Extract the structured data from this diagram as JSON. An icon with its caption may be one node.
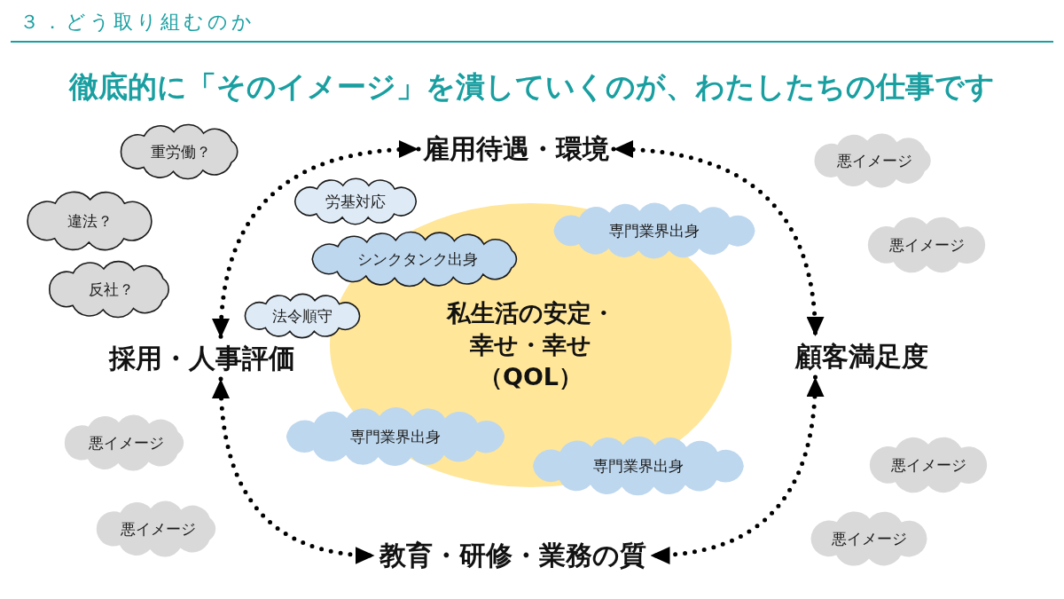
{
  "diagram": {
    "title": "３．どう取り組むのか",
    "nodes": [
      {
        "text": [
          "重労働？"
        ]
      },
      {
        "text": [
          "雇用待遇・環境"
        ]
      },
      {
        "text": [
          "悪イメージ"
        ]
      },
      {
        "text": [
          "違法？"
        ]
      },
      {
        "text": [
          "労基対応"
        ]
      },
      {
        "text": [
          "専門業界出身"
        ]
      },
      {
        "text": [
          "悪イメージ"
        ]
      },
      {
        "text": [
          "シンクタンク出身"
        ]
      },
      {
        "text": [
          "反社？"
        ]
      },
      {
        "text": [
          "法令順守"
        ]
      },
      {
        "text": [
          "私生活の安定・幸せ・幸せ（QOL）"
        ]
      },
      {
        "text": [
          "採用・人事評価"
        ]
      },
      {
        "text": [
          "顧客満足度"
        ]
      },
      {
        "text": [
          "悪イメージ"
        ]
      },
      {
        "text": [
          "専門業界出身"
        ]
      },
      {
        "text": [
          "悪イメージ"
        ]
      },
      {
        "text": [
          "専門業界出身"
        ]
      },
      {
        "text": [
          "悪イメージ"
        ]
      },
      {
        "text": [
          "悪イメージ"
        ]
      },
      {
        "text": [
          "教育・研修・業務の質"
        ]
      }
    ],
    "edges": [
      {
        "from": 1,
        "to": 11,
        "arrow": "both",
        "style": "dashed"
      },
      {
        "from": 1,
        "to": 12,
        "arrow": "both",
        "style": "dashed"
      },
      {
        "from": 11,
        "to": 19,
        "arrow": "both",
        "style": "dashed"
      },
      {
        "from": 12,
        "to": 19,
        "arrow": "both",
        "style": "dashed"
      }
    ],
    "labels": [
      "徹底的に「そのイメージ」を潰していくのが、わたしたちの仕事です"
    ]
  }
}
